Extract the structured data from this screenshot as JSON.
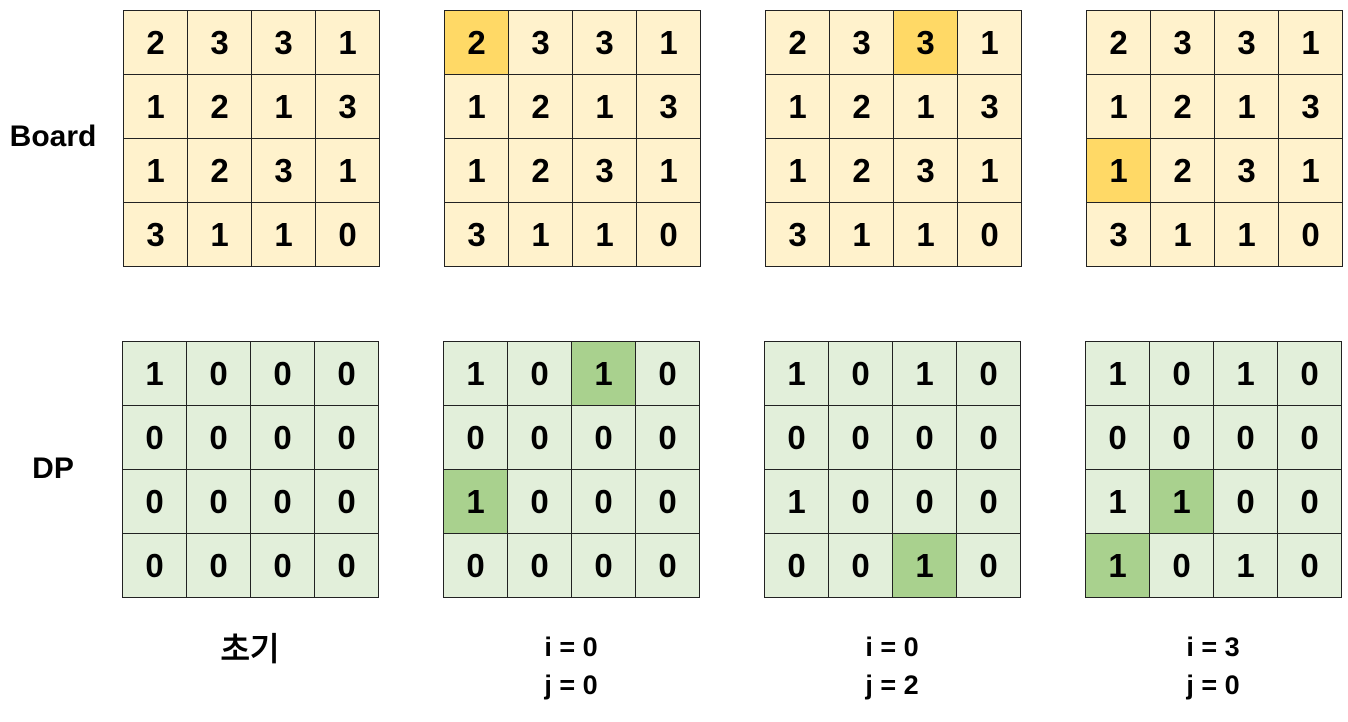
{
  "labels": {
    "board": "Board",
    "dp": "DP"
  },
  "panels": [
    {
      "board": [
        [
          2,
          3,
          3,
          1
        ],
        [
          1,
          2,
          1,
          3
        ],
        [
          1,
          2,
          3,
          1
        ],
        [
          3,
          1,
          1,
          0
        ]
      ],
      "board_highlight": [],
      "dp": [
        [
          1,
          0,
          0,
          0
        ],
        [
          0,
          0,
          0,
          0
        ],
        [
          0,
          0,
          0,
          0
        ],
        [
          0,
          0,
          0,
          0
        ]
      ],
      "dp_highlight": [],
      "caption": [
        "초기"
      ]
    },
    {
      "board": [
        [
          2,
          3,
          3,
          1
        ],
        [
          1,
          2,
          1,
          3
        ],
        [
          1,
          2,
          3,
          1
        ],
        [
          3,
          1,
          1,
          0
        ]
      ],
      "board_highlight": [
        [
          0,
          0
        ]
      ],
      "dp": [
        [
          1,
          0,
          1,
          0
        ],
        [
          0,
          0,
          0,
          0
        ],
        [
          1,
          0,
          0,
          0
        ],
        [
          0,
          0,
          0,
          0
        ]
      ],
      "dp_highlight": [
        [
          0,
          2
        ],
        [
          2,
          0
        ]
      ],
      "caption": [
        "i = 0",
        "j = 0"
      ]
    },
    {
      "board": [
        [
          2,
          3,
          3,
          1
        ],
        [
          1,
          2,
          1,
          3
        ],
        [
          1,
          2,
          3,
          1
        ],
        [
          3,
          1,
          1,
          0
        ]
      ],
      "board_highlight": [
        [
          0,
          2
        ]
      ],
      "dp": [
        [
          1,
          0,
          1,
          0
        ],
        [
          0,
          0,
          0,
          0
        ],
        [
          1,
          0,
          0,
          0
        ],
        [
          0,
          0,
          1,
          0
        ]
      ],
      "dp_highlight": [
        [
          3,
          2
        ]
      ],
      "caption": [
        "i = 0",
        "j = 2"
      ]
    },
    {
      "board": [
        [
          2,
          3,
          3,
          1
        ],
        [
          1,
          2,
          1,
          3
        ],
        [
          1,
          2,
          3,
          1
        ],
        [
          3,
          1,
          1,
          0
        ]
      ],
      "board_highlight": [
        [
          2,
          0
        ]
      ],
      "dp": [
        [
          1,
          0,
          1,
          0
        ],
        [
          0,
          0,
          0,
          0
        ],
        [
          1,
          1,
          0,
          0
        ],
        [
          1,
          0,
          1,
          0
        ]
      ],
      "dp_highlight": [
        [
          2,
          1
        ],
        [
          3,
          0
        ]
      ],
      "caption": [
        "i = 3",
        "j = 0"
      ]
    }
  ],
  "colors": {
    "board_cell": "#fff2cc",
    "board_highlight": "#ffd966",
    "dp_cell": "#e2efda",
    "dp_highlight": "#a9d18e"
  }
}
